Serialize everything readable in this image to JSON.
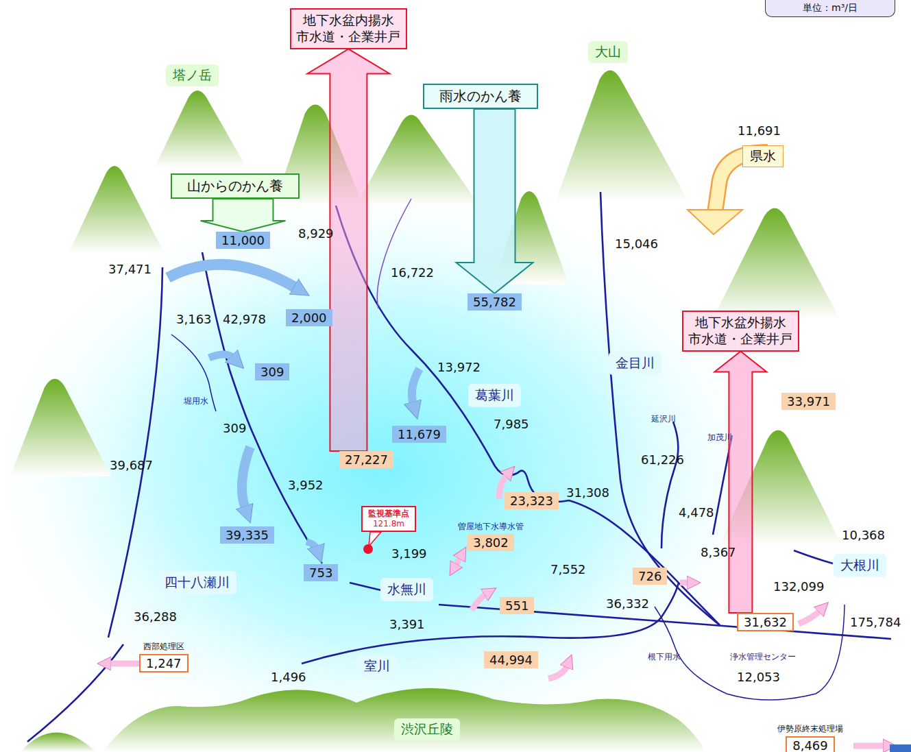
{
  "diagram": {
    "nodes": [
      {
        "text": [
          "単位：m³/日"
        ]
      },
      {
        "text": [
          "地下水盆内揚水 市水道・企業井戸"
        ]
      },
      {
        "text": [
          "塔ノ岳"
        ]
      },
      {
        "text": [
          "大山"
        ]
      },
      {
        "text": [
          "雨水のかん養"
        ]
      },
      {
        "text": [
          "県水"
        ]
      },
      {
        "text": [
          "山からのかん養"
        ]
      },
      {
        "text": [
          "11,000"
        ]
      },
      {
        "text": [
          "2,000"
        ]
      },
      {
        "text": [
          "55,782"
        ]
      },
      {
        "text": [
          "地下水盆外揚水 市水道・企業井戸"
        ]
      },
      {
        "text": [
          "309"
        ]
      },
      {
        "text": [
          "金目川"
        ]
      },
      {
        "text": [
          "葛葉川"
        ]
      },
      {
        "text": [
          "33,971"
        ]
      },
      {
        "text": [
          "11,679"
        ]
      },
      {
        "text": [
          "27,227"
        ]
      },
      {
        "text": [
          "23,323"
        ]
      },
      {
        "text": [
          "監視基準点",
          "121.8m"
        ]
      },
      {
        "text": [
          "曽屋地下水導水管",
          "3,802"
        ]
      },
      {
        "text": [
          "39,335"
        ]
      },
      {
        "text": [
          "四十八瀬川"
        ]
      },
      {
        "text": [
          "753"
        ]
      },
      {
        "text": [
          "726"
        ]
      },
      {
        "text": [
          "大根川"
        ]
      },
      {
        "text": [
          "水無川"
        ]
      },
      {
        "text": [
          "551"
        ]
      },
      {
        "text": [
          "31,632"
        ]
      },
      {
        "text": [
          "西部処理区",
          "1,247"
        ]
      },
      {
        "text": [
          "44,994"
        ]
      },
      {
        "text": [
          "室川"
        ]
      },
      {
        "text": [
          "伊勢原終末処理場",
          "8,469"
        ]
      },
      {
        "text": [
          "渋沢丘陵"
        ]
      }
    ],
    "edges": [
      {
        "from": 6,
        "to": 7,
        "arrow": "to"
      },
      {
        "from": 4,
        "to": 9,
        "arrow": "to"
      },
      {
        "from": 16,
        "to": 1,
        "arrow": "to"
      },
      {
        "from": 27,
        "to": 10,
        "arrow": "to"
      }
    ],
    "labels": [
      "8,929",
      "37,471",
      "16,722",
      "15,046",
      "11,691",
      "3,163",
      "42,978",
      "13,972",
      "7,985",
      "堀用水",
      "39,687",
      "309",
      "延沢川",
      "加茂川",
      "61,226",
      "3,952",
      "31,308",
      "4,478",
      "10,368",
      "3,199",
      "7,552",
      "8,367",
      "132,099",
      "36,288",
      "36,332",
      "3,391",
      "175,784",
      "根下用水",
      "浄水管理センター",
      "1,496",
      "12,053"
    ]
  }
}
